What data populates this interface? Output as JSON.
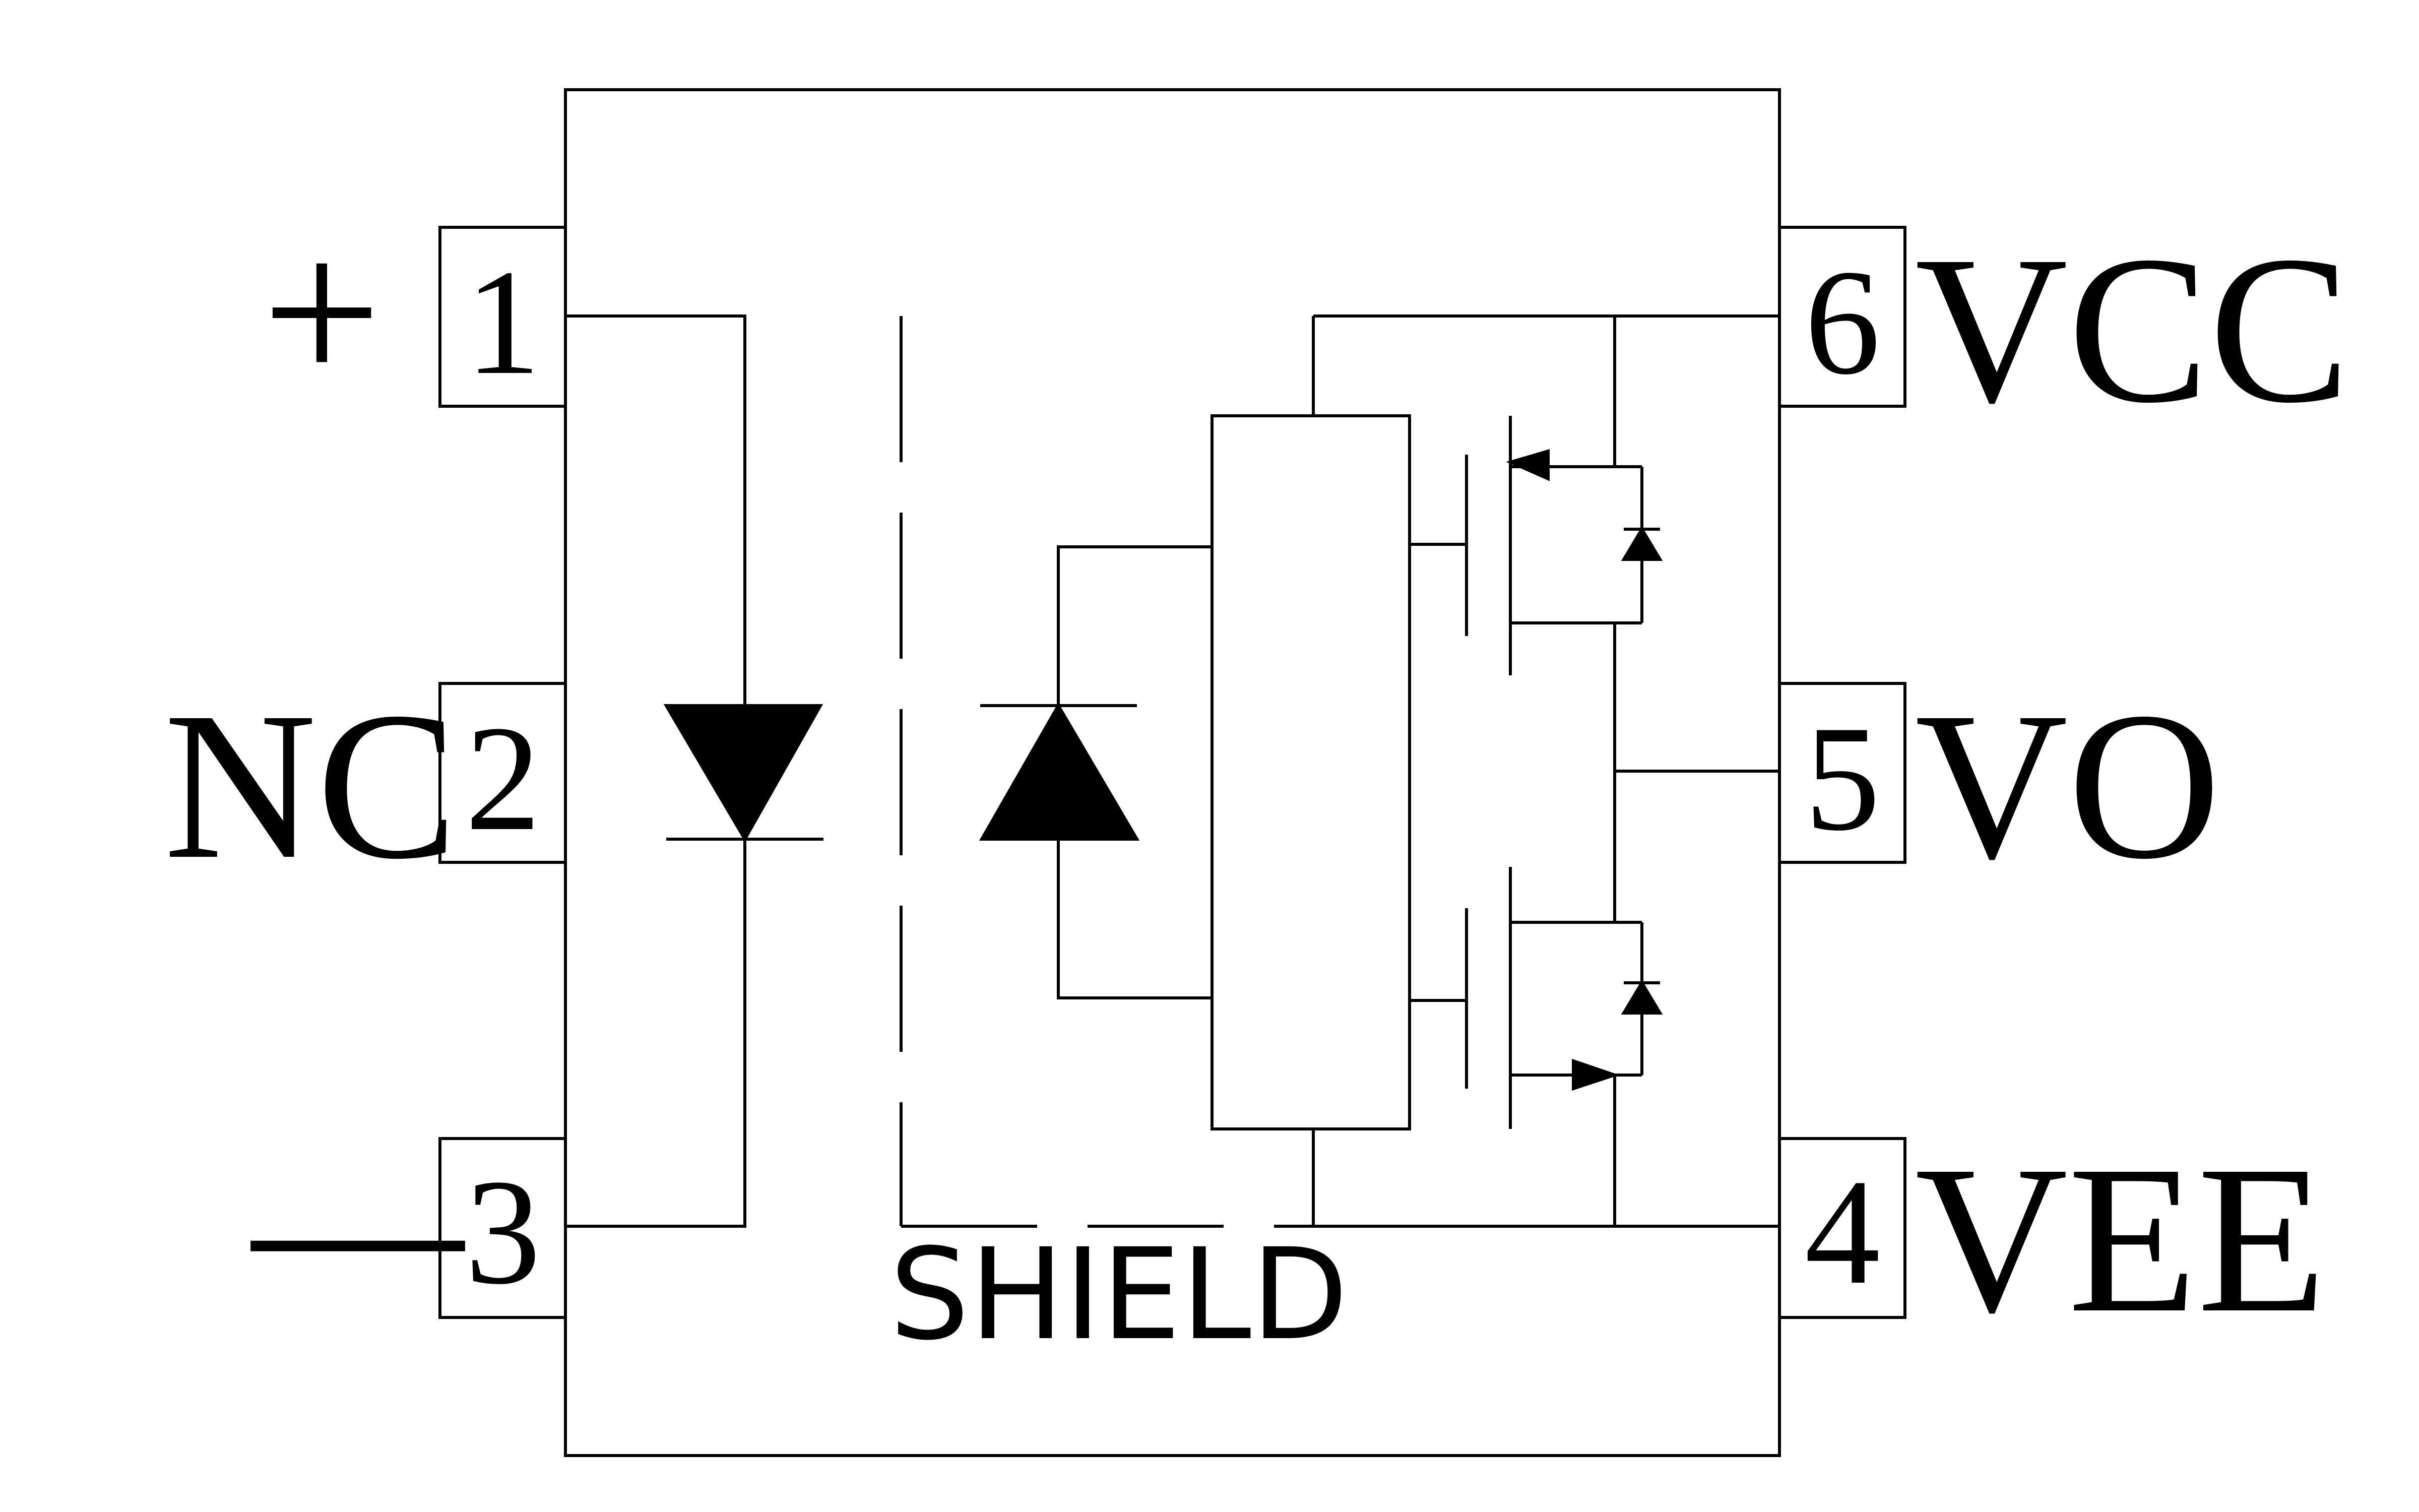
{
  "pins": {
    "pin1": {
      "number": "1",
      "label": "+"
    },
    "pin2": {
      "number": "2",
      "label": "NC"
    },
    "pin3": {
      "number": "3",
      "label": "—"
    },
    "pin4": {
      "number": "4",
      "label": "VEE"
    },
    "pin5": {
      "number": "5",
      "label": "VO"
    },
    "pin6": {
      "number": "6",
      "label": "VCC"
    }
  },
  "shield_label": "SHIELD",
  "colors": {
    "line": "#000000",
    "fill": "#000000",
    "background": "#ffffff"
  }
}
